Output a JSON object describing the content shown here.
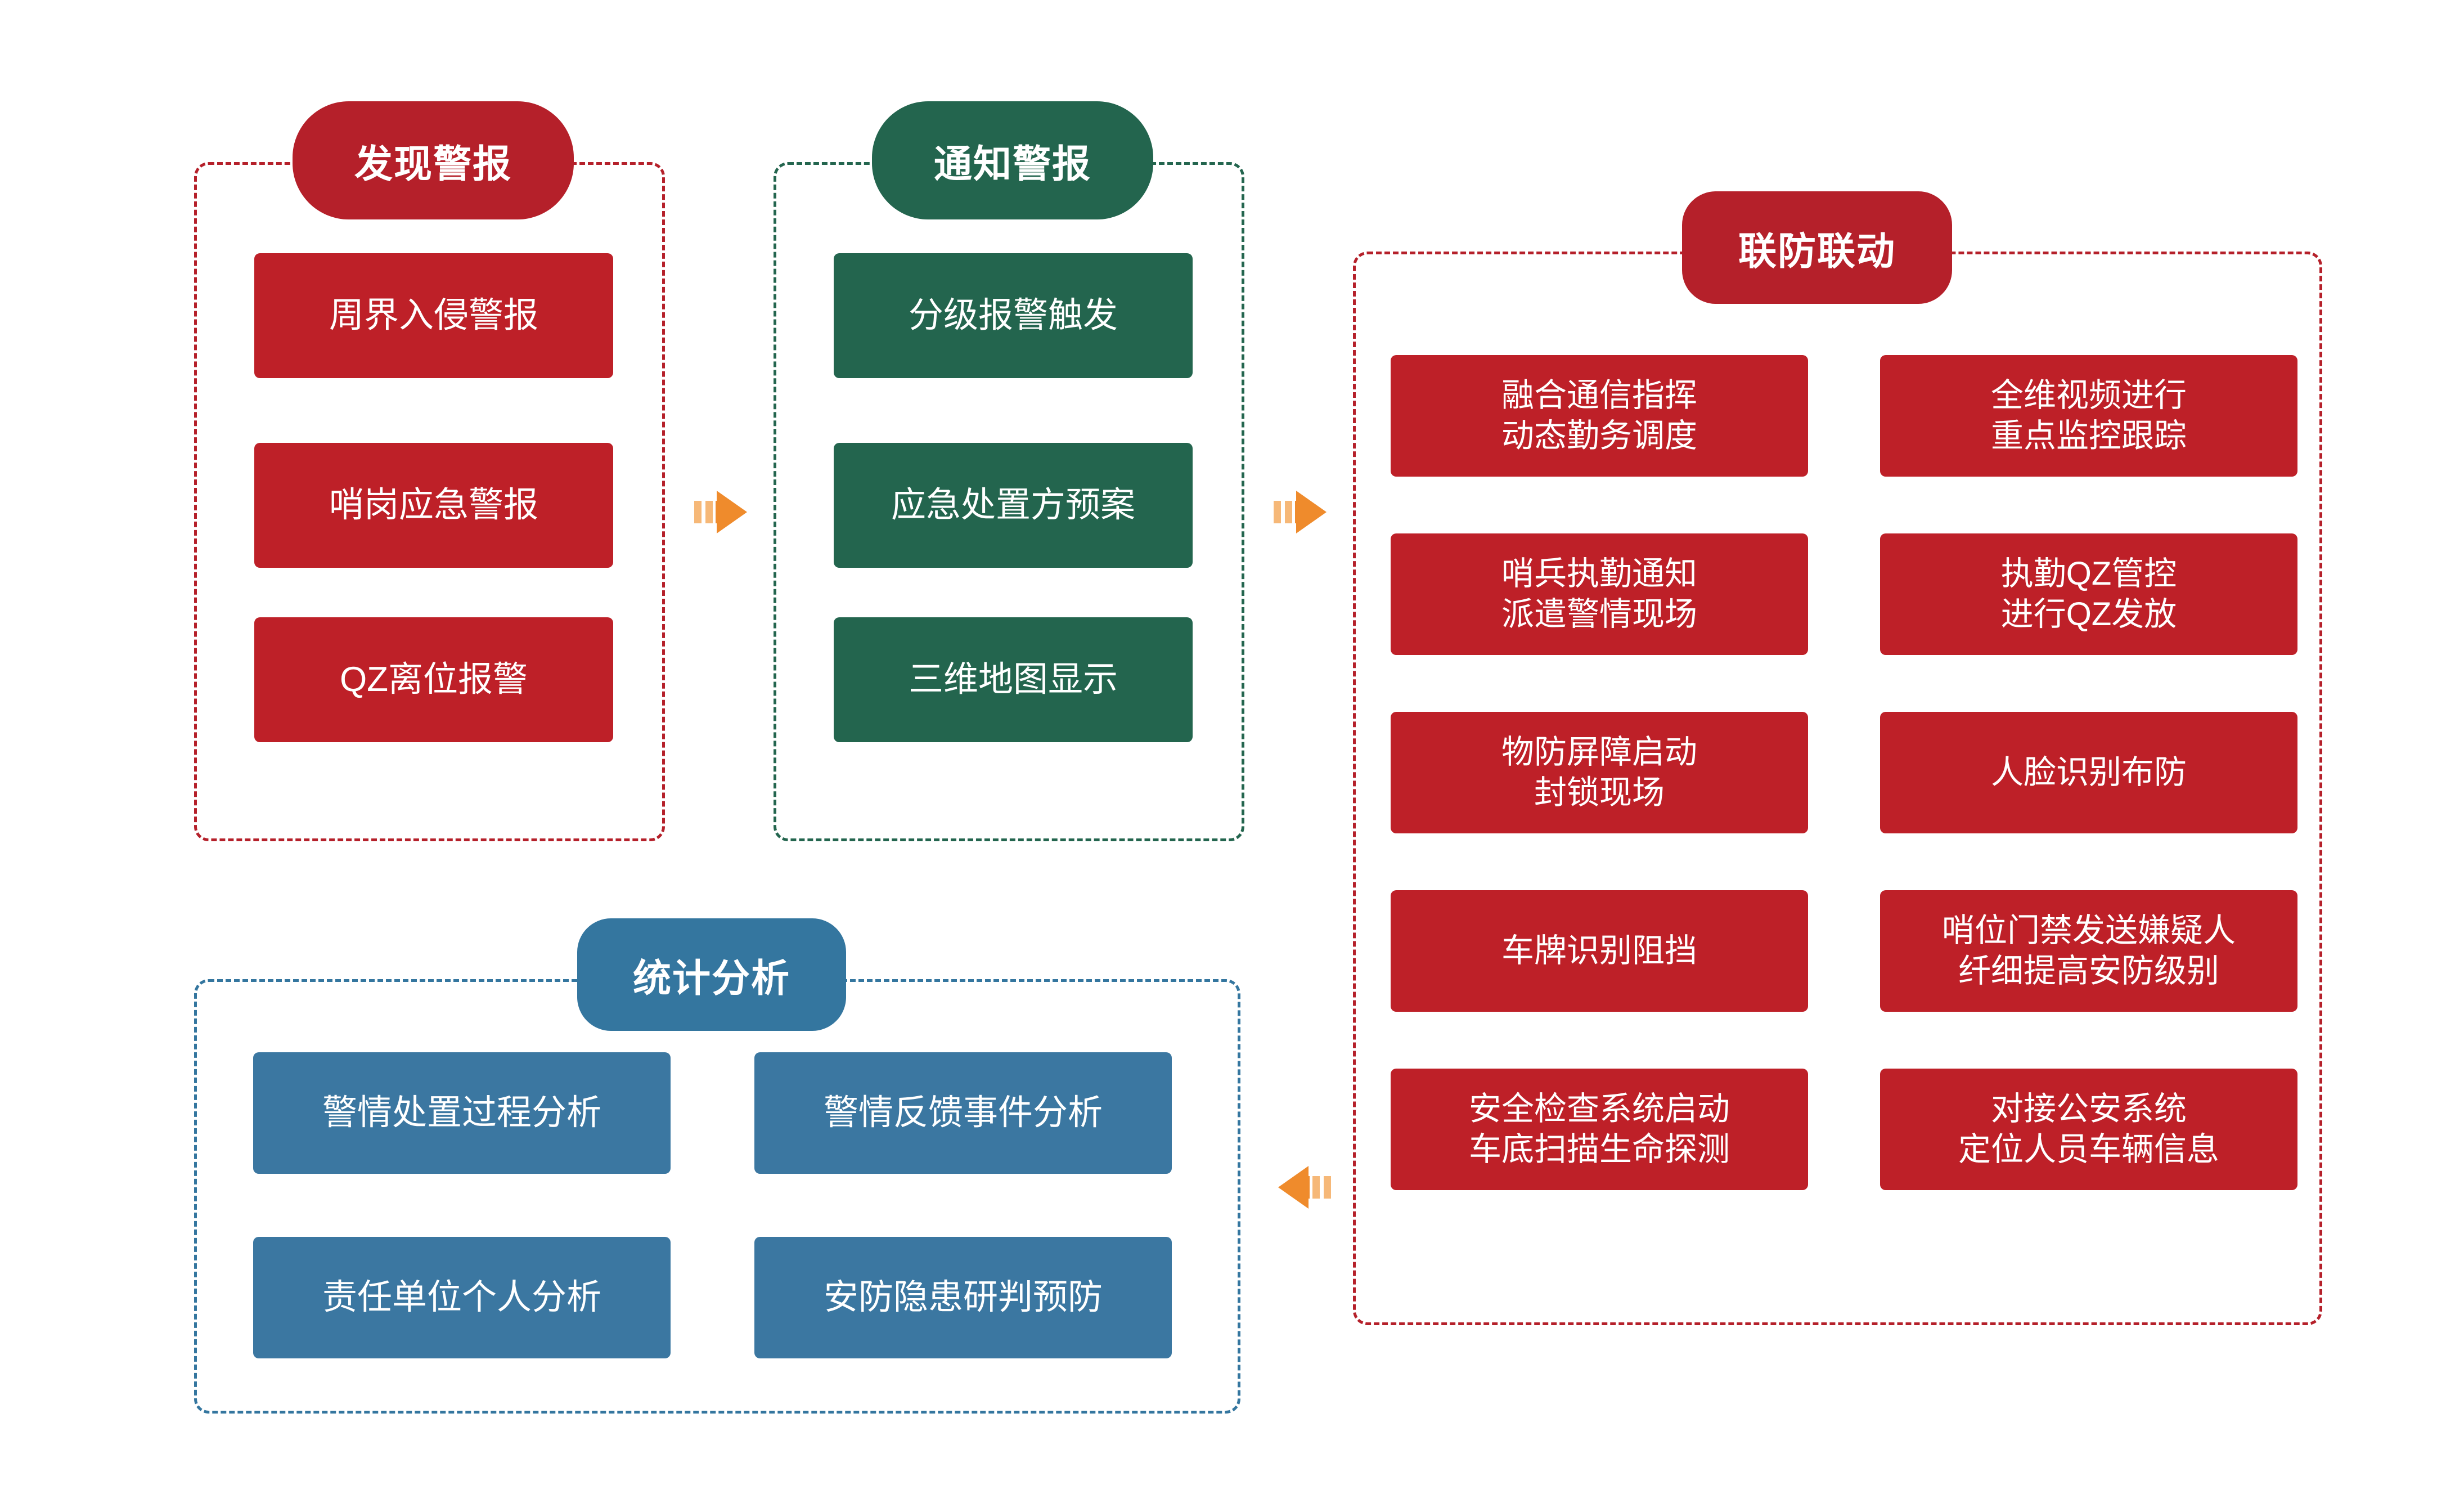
{
  "colors": {
    "red": "#B5202A",
    "red_box": "#BE2028",
    "green": "#23654E",
    "blue_pill": "#34769F",
    "blue_box": "#3B77A1",
    "arrow_orange": "#EF8B2C",
    "background": "#FFFFFF"
  },
  "panels": {
    "discover_alarm": {
      "title": "发现警报",
      "items": [
        {
          "line1": "周界入侵警报"
        },
        {
          "line1": "哨岗应急警报"
        },
        {
          "line1": "QZ离位报警"
        }
      ]
    },
    "notify_alarm": {
      "title": "通知警报",
      "items": [
        {
          "line1": "分级报警触发"
        },
        {
          "line1": "应急处置方预案"
        },
        {
          "line1": "三维地图显示"
        }
      ]
    },
    "joint_defense": {
      "title": "联防联动",
      "items_left": [
        {
          "line1": "融合通信指挥",
          "line2": "动态勤务调度"
        },
        {
          "line1": "哨兵执勤通知",
          "line2": "派遣警情现场"
        },
        {
          "line1": "物防屏障启动",
          "line2": "封锁现场"
        },
        {
          "line1": "车牌识别阻挡",
          "line2": ""
        },
        {
          "line1": "安全检查系统启动",
          "line2": "车底扫描生命探测"
        }
      ],
      "items_right": [
        {
          "line1": "全维视频进行",
          "line2": "重点监控跟踪"
        },
        {
          "line1": "执勤QZ管控",
          "line2": "进行QZ发放"
        },
        {
          "line1": "人脸识别布防",
          "line2": ""
        },
        {
          "line1": "哨位门禁发送嫌疑人",
          "line2": "纤细提高安防级别"
        },
        {
          "line1": "对接公安系统",
          "line2": "定位人员车辆信息"
        }
      ]
    },
    "statistics": {
      "title": "统计分析",
      "items": [
        {
          "line1": "警情处置过程分析"
        },
        {
          "line1": "警情反馈事件分析"
        },
        {
          "line1": "责任单位个人分析"
        },
        {
          "line1": "安防隐患研判预防"
        }
      ]
    }
  },
  "connectors": [
    {
      "name": "arrow-discover-to-notify",
      "direction": "right"
    },
    {
      "name": "arrow-notify-to-joint",
      "direction": "right"
    },
    {
      "name": "arrow-joint-to-statistics",
      "direction": "left"
    }
  ]
}
